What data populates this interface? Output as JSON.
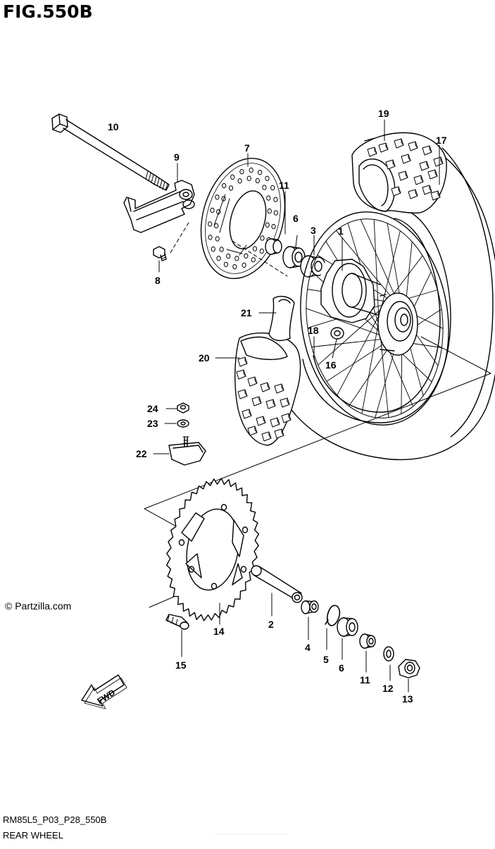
{
  "figure": {
    "title": "FIG.550B",
    "watermark": "© Partzilla.com",
    "model_code": "RM85L5_P03_P28_550B",
    "section_name": "REAR WHEEL",
    "faint_footer": "·····························"
  },
  "direction_label": "FWD",
  "callouts": [
    {
      "id": "c1",
      "label": "1"
    },
    {
      "id": "c2",
      "label": "2"
    },
    {
      "id": "c3",
      "label": "3"
    },
    {
      "id": "c4",
      "label": "4"
    },
    {
      "id": "c5",
      "label": "5"
    },
    {
      "id": "c6a",
      "label": "6"
    },
    {
      "id": "c6b",
      "label": "6"
    },
    {
      "id": "c7",
      "label": "7"
    },
    {
      "id": "c8",
      "label": "8"
    },
    {
      "id": "c9",
      "label": "9"
    },
    {
      "id": "c10",
      "label": "10"
    },
    {
      "id": "c11a",
      "label": "11"
    },
    {
      "id": "c11b",
      "label": "11"
    },
    {
      "id": "c12",
      "label": "12"
    },
    {
      "id": "c13",
      "label": "13"
    },
    {
      "id": "c14",
      "label": "14"
    },
    {
      "id": "c15",
      "label": "15"
    },
    {
      "id": "c16",
      "label": "16"
    },
    {
      "id": "c17",
      "label": "17"
    },
    {
      "id": "c18",
      "label": "18"
    },
    {
      "id": "c19",
      "label": "19"
    },
    {
      "id": "c20",
      "label": "20"
    },
    {
      "id": "c21",
      "label": "21"
    },
    {
      "id": "c22",
      "label": "22"
    },
    {
      "id": "c23",
      "label": "23"
    },
    {
      "id": "c24",
      "label": "24"
    }
  ]
}
